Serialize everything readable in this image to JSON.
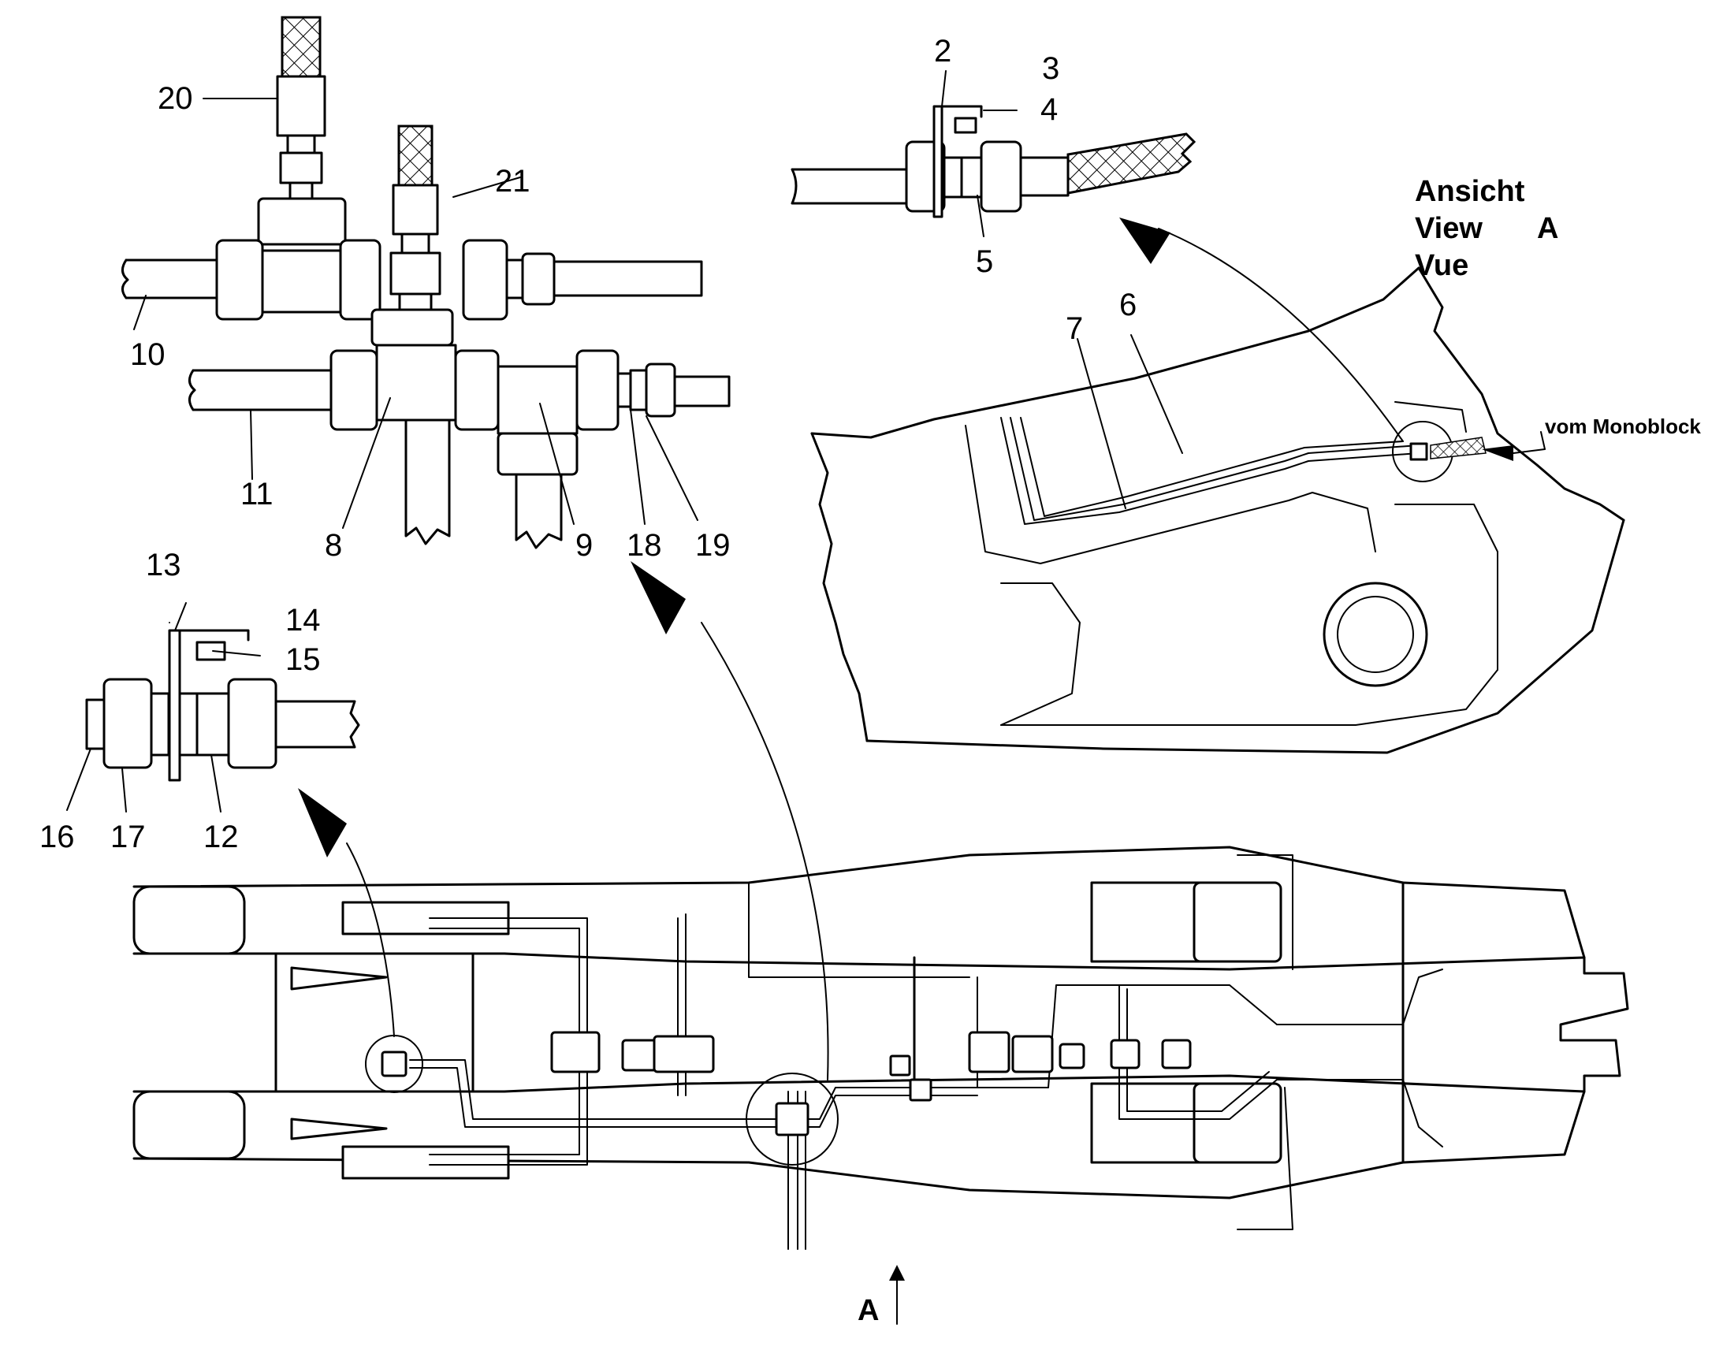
{
  "callouts": {
    "c2": "2",
    "c3": "3",
    "c4": "4",
    "c5": "5",
    "c6": "6",
    "c7": "7",
    "c8": "8",
    "c9": "9",
    "c10": "10",
    "c11": "11",
    "c12": "12",
    "c13": "13",
    "c14": "14",
    "c15": "15",
    "c16": "16",
    "c17": "17",
    "c18": "18",
    "c19": "19",
    "c20": "20",
    "c21": "21"
  },
  "view_label": {
    "line1": "Ansicht",
    "line2": "View",
    "line2_letter": "A",
    "line3": "Vue"
  },
  "source_label": "vom Monoblock",
  "view_marker": "A"
}
